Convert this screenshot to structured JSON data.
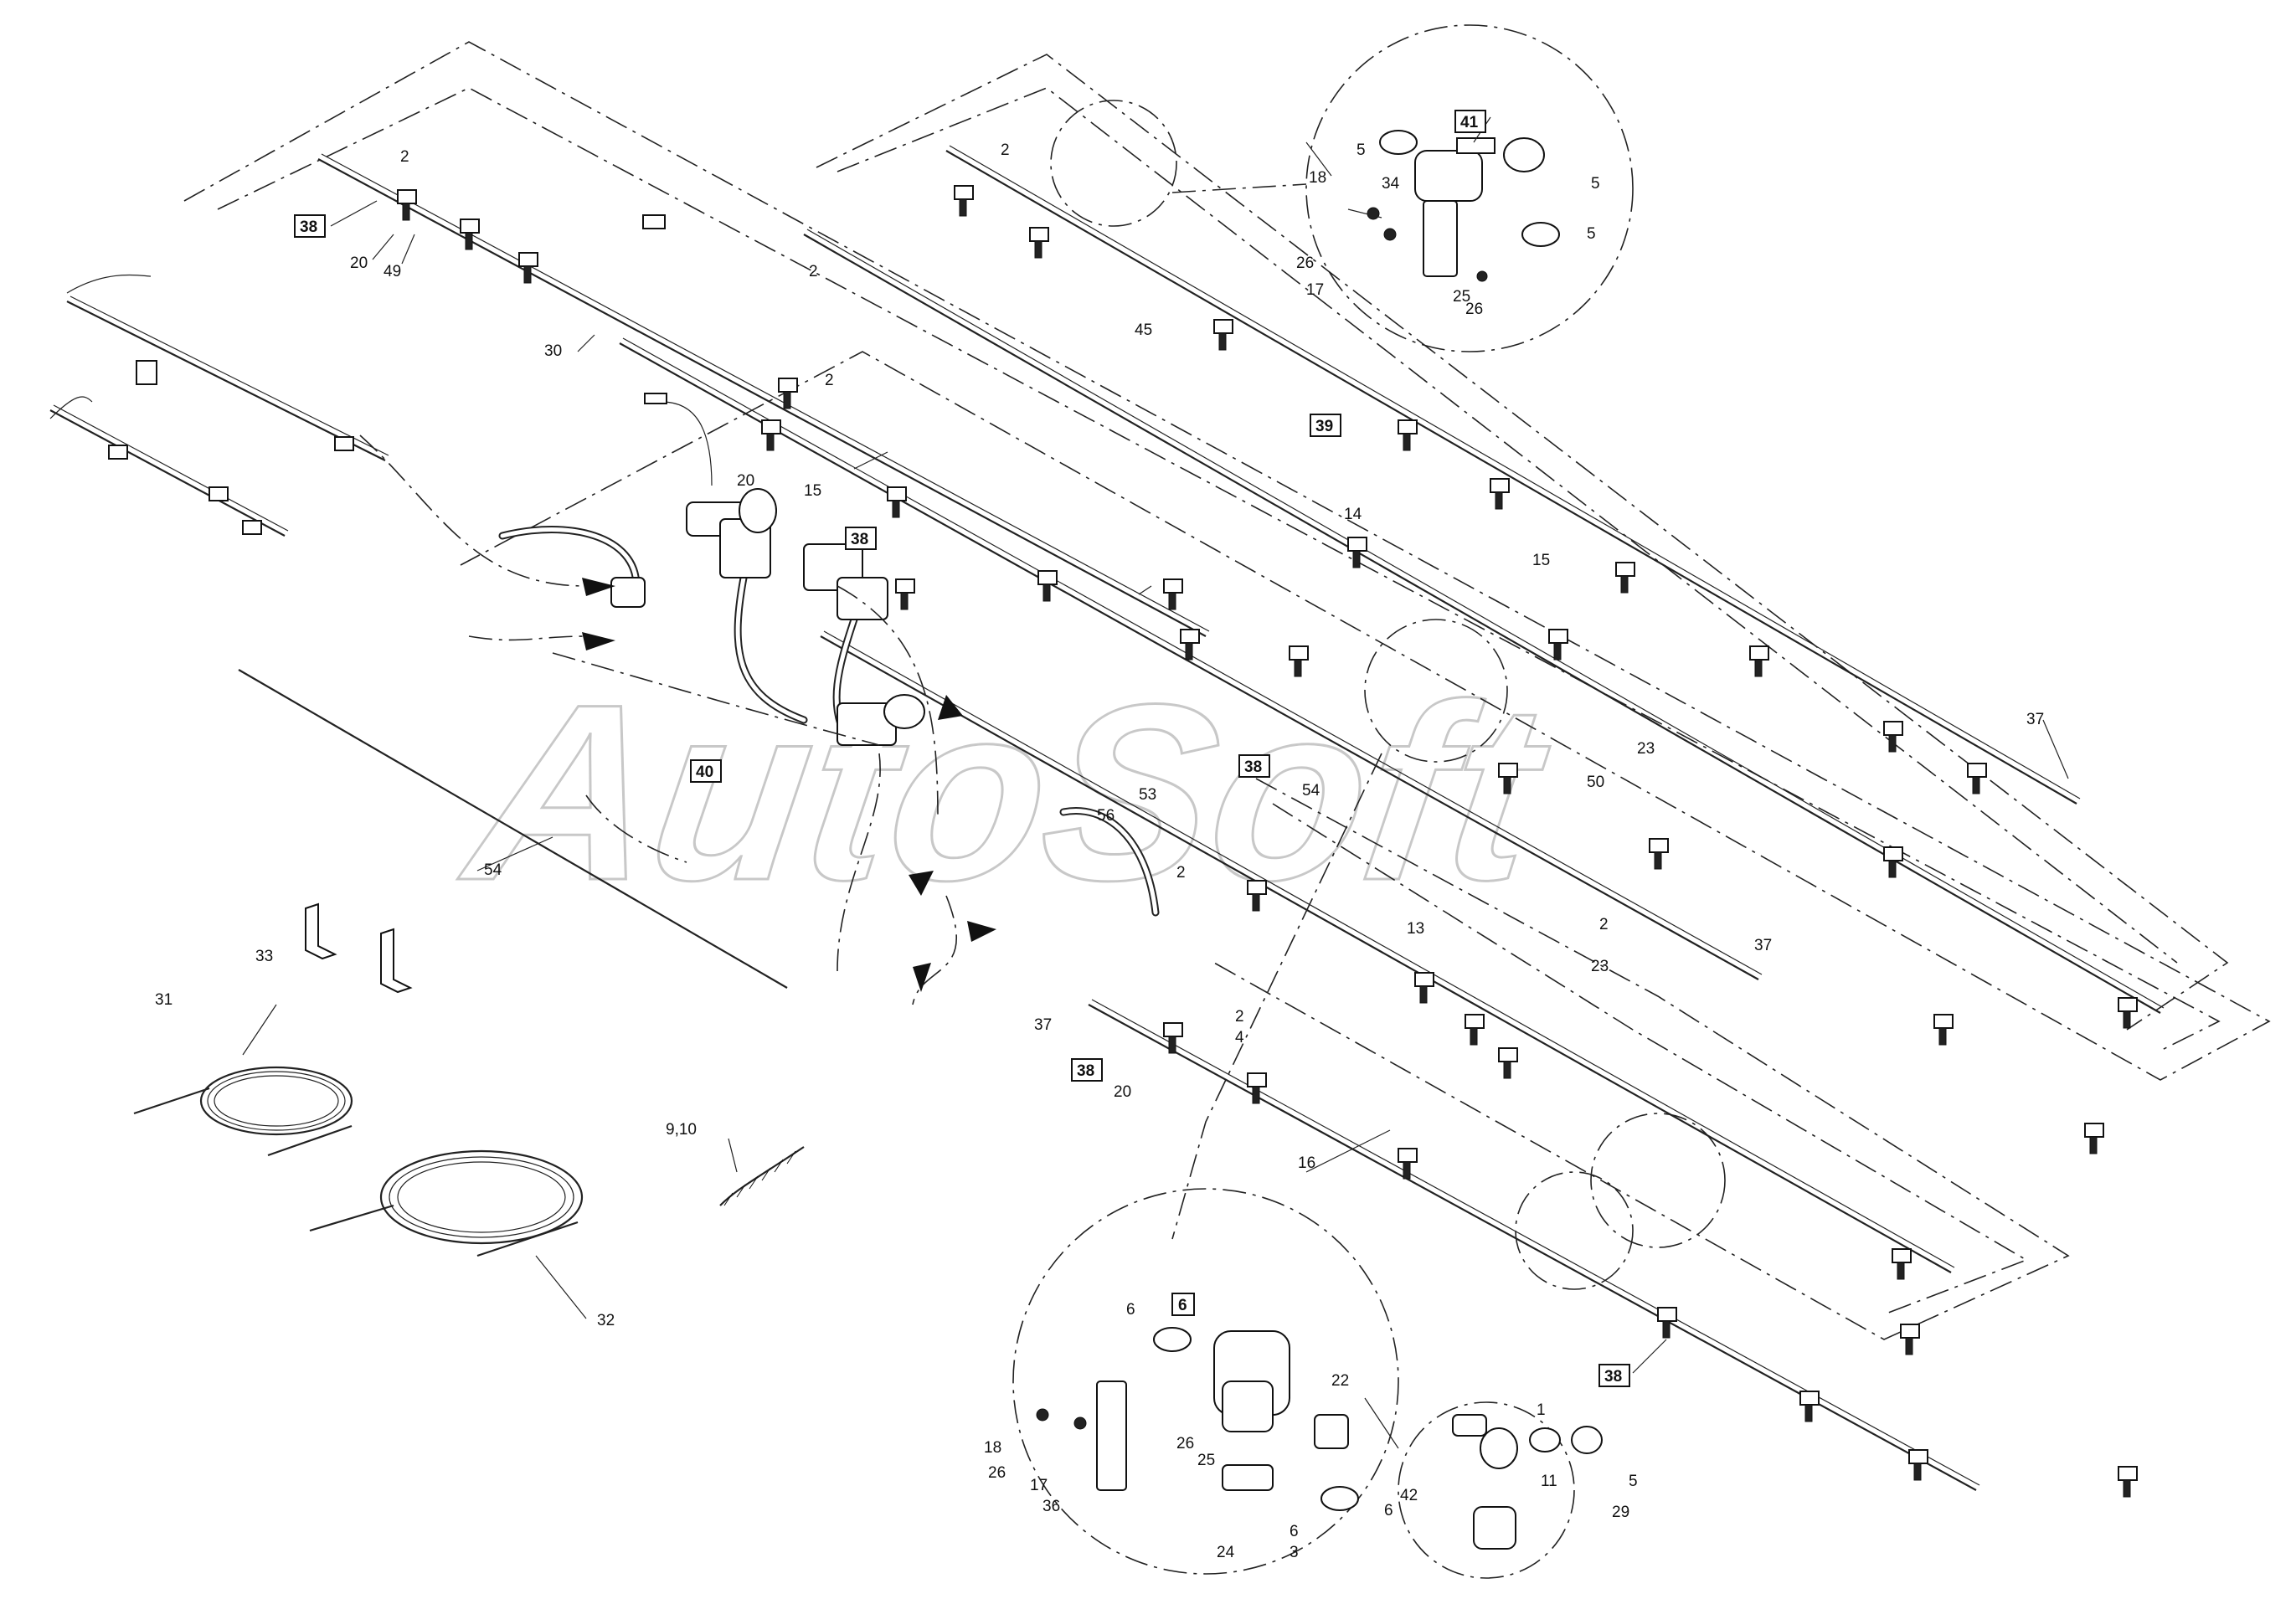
{
  "watermark": "AutoSoft",
  "callouts": [
    {
      "id": "c-2-a",
      "text": "2"
    },
    {
      "id": "c-38-a",
      "text": "38",
      "boxed": true
    },
    {
      "id": "c-20-a",
      "text": "20"
    },
    {
      "id": "c-49",
      "text": "49"
    },
    {
      "id": "c-2-b",
      "text": "2"
    },
    {
      "id": "c-30",
      "text": "30"
    },
    {
      "id": "c-2-c",
      "text": "2"
    },
    {
      "id": "c-20-b",
      "text": "20"
    },
    {
      "id": "c-15-a",
      "text": "15"
    },
    {
      "id": "c-38-b",
      "text": "38",
      "boxed": true
    },
    {
      "id": "c-14",
      "text": "14"
    },
    {
      "id": "c-2-d",
      "text": "2"
    },
    {
      "id": "c-45",
      "text": "45"
    },
    {
      "id": "c-39",
      "text": "39",
      "boxed": true
    },
    {
      "id": "c-15-b",
      "text": "15"
    },
    {
      "id": "c-41",
      "text": "41",
      "boxed": true
    },
    {
      "id": "c-5-a",
      "text": "5"
    },
    {
      "id": "c-5-b",
      "text": "5"
    },
    {
      "id": "c-5-c",
      "text": "5"
    },
    {
      "id": "c-18-a",
      "text": "18"
    },
    {
      "id": "c-34",
      "text": "34"
    },
    {
      "id": "c-26-a",
      "text": "26"
    },
    {
      "id": "c-17-a",
      "text": "17"
    },
    {
      "id": "c-25-a",
      "text": "25"
    },
    {
      "id": "c-26-b",
      "text": "26"
    },
    {
      "id": "c-40",
      "text": "40",
      "boxed": true
    },
    {
      "id": "c-54-a",
      "text": "54"
    },
    {
      "id": "c-56",
      "text": "56"
    },
    {
      "id": "c-53",
      "text": "53"
    },
    {
      "id": "c-38-c",
      "text": "38",
      "boxed": true
    },
    {
      "id": "c-54-b",
      "text": "54"
    },
    {
      "id": "c-23-a",
      "text": "23"
    },
    {
      "id": "c-50",
      "text": "50"
    },
    {
      "id": "c-37-a",
      "text": "37"
    },
    {
      "id": "c-2-e",
      "text": "2"
    },
    {
      "id": "c-13",
      "text": "13"
    },
    {
      "id": "c-2-f",
      "text": "2"
    },
    {
      "id": "c-23-b",
      "text": "23"
    },
    {
      "id": "c-37-b",
      "text": "37"
    },
    {
      "id": "c-33",
      "text": "33"
    },
    {
      "id": "c-31",
      "text": "31"
    },
    {
      "id": "c-37-c",
      "text": "37"
    },
    {
      "id": "c-2-g",
      "text": "2"
    },
    {
      "id": "c-4",
      "text": "4"
    },
    {
      "id": "c-38-d",
      "text": "38",
      "boxed": true
    },
    {
      "id": "c-20-c",
      "text": "20"
    },
    {
      "id": "c-16",
      "text": "16"
    },
    {
      "id": "c-9-10",
      "text": "9,10"
    },
    {
      "id": "c-32",
      "text": "32"
    },
    {
      "id": "c-38-e",
      "text": "38",
      "boxed": true
    },
    {
      "id": "c-6-a",
      "text": "6"
    },
    {
      "id": "c-6-box",
      "text": "6",
      "boxed": true
    },
    {
      "id": "c-22",
      "text": "22"
    },
    {
      "id": "c-18-b",
      "text": "18"
    },
    {
      "id": "c-26-c",
      "text": "26"
    },
    {
      "id": "c-17-b",
      "text": "17"
    },
    {
      "id": "c-36",
      "text": "36"
    },
    {
      "id": "c-26-d",
      "text": "26"
    },
    {
      "id": "c-25-b",
      "text": "25"
    },
    {
      "id": "c-24",
      "text": "24"
    },
    {
      "id": "c-6-b",
      "text": "6"
    },
    {
      "id": "c-3",
      "text": "3"
    },
    {
      "id": "c-6-c",
      "text": "6"
    },
    {
      "id": "c-1",
      "text": "1"
    },
    {
      "id": "c-11",
      "text": "11"
    },
    {
      "id": "c-5-d",
      "text": "5"
    },
    {
      "id": "c-42",
      "text": "42"
    },
    {
      "id": "c-29",
      "text": "29"
    }
  ]
}
